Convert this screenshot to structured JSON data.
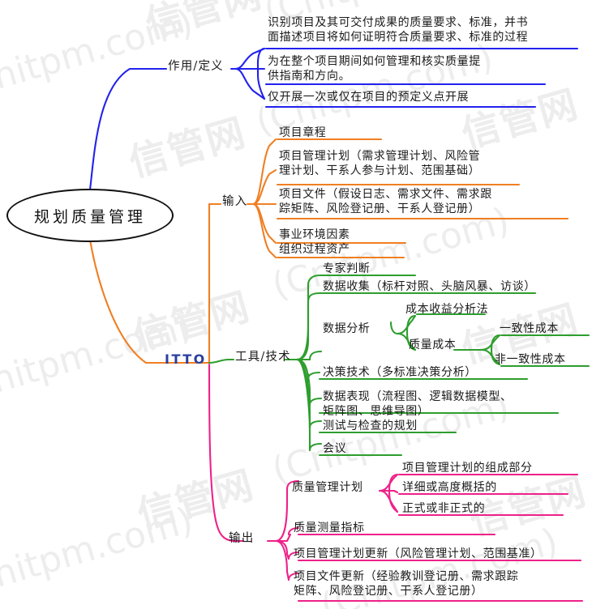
{
  "watermark": {
    "cn": "信管网",
    "en": "(Cnitpm.com)"
  },
  "colors": {
    "center_border": "#111111",
    "branch_blue": "#2222EE",
    "branch_orange": "#F07F23",
    "branch_green": "#2E9E2E",
    "branch_pink": "#EE2189",
    "itto_label": "#2B3F9E",
    "text": "#1A1A1A",
    "watermark": "#EDEDED",
    "background": "#FFFFFF"
  },
  "center": {
    "label": "规划质量管理"
  },
  "itto": {
    "label": "ITTO"
  },
  "branches": [
    {
      "id": "definition",
      "label": "作用/定义",
      "color": "#2222EE",
      "items": [
        {
          "label": "识别项目及其可交付成果的质量要求、标准，并书\n面描述项目将如何证明符合质量要求、标准的过程"
        },
        {
          "label": "为在整个项目期间如何管理和核实质量提\n供指南和方向。"
        },
        {
          "label": "仅开展一次或仅在项目的预定义点开展"
        }
      ]
    },
    {
      "id": "inputs",
      "label": "输入",
      "color": "#F07F23",
      "items": [
        {
          "label": "项目章程"
        },
        {
          "label": "项目管理计划（需求管理计划、风险管\n理计划、干系人参与计划、范围基础）"
        },
        {
          "label": "项目文件（假设日志、需求文件、需求跟\n踪矩阵、风险登记册、干系人登记册）"
        },
        {
          "label": "事业环境因素"
        },
        {
          "label": "组织过程资产"
        }
      ]
    },
    {
      "id": "tools",
      "label": "工具/技术",
      "color": "#2E9E2E",
      "items": [
        {
          "label": "专家判断"
        },
        {
          "label": "数据收集（标杆对照、头脑风暴、访谈）"
        },
        {
          "label": "数据分析",
          "children": [
            {
              "label": "成本收益分析法"
            },
            {
              "label": "质量成本",
              "children": [
                {
                  "label": "一致性成本"
                },
                {
                  "label": "非一致性成本"
                }
              ]
            }
          ]
        },
        {
          "label": "决策技术（多标准决策分析）"
        },
        {
          "label": "数据表现（流程图、逻辑数据模型、\n矩阵图、思维导图）"
        },
        {
          "label": "测试与检查的规划"
        },
        {
          "label": "会议"
        }
      ]
    },
    {
      "id": "outputs",
      "label": "输出",
      "color": "#EE2189",
      "items": [
        {
          "label": "质量管理计划",
          "children": [
            {
              "label": "项目管理计划的组成部分"
            },
            {
              "label": "详细或高度概括的"
            },
            {
              "label": "正式或非正式的"
            }
          ]
        },
        {
          "label": "质量测量指标"
        },
        {
          "label": "项目管理计划更新（风险管理计划、范围基准）"
        },
        {
          "label": "项目文件更新（经验教训登记册、需求跟踪\n矩阵、风险登记册、干系人登记册）"
        }
      ]
    }
  ]
}
